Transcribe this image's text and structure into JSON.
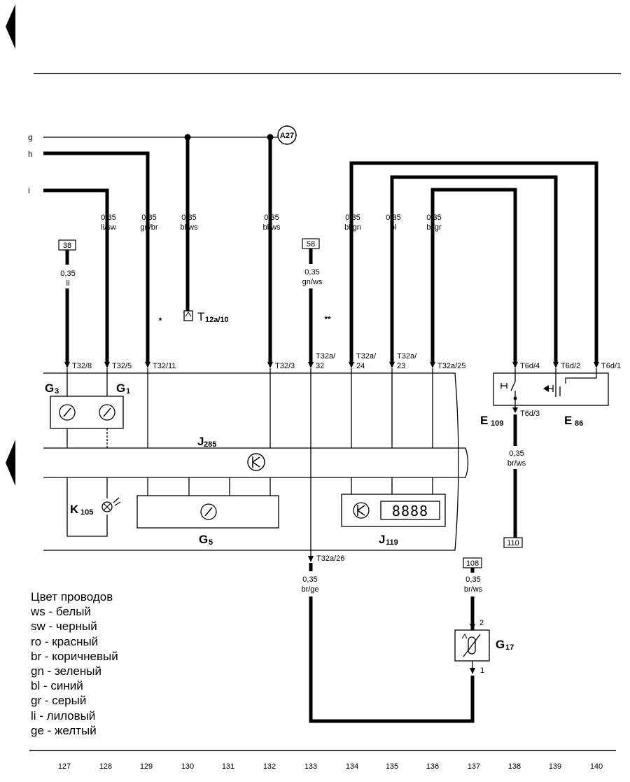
{
  "wire_rows": [
    "g",
    "h",
    "i"
  ],
  "connector_a27": "A27",
  "wires": [
    {
      "gauge": "0,35",
      "color": "li/sw"
    },
    {
      "gauge": "0,35",
      "color": "gn/br"
    },
    {
      "gauge": "0,35",
      "color": "bl/ws"
    },
    {
      "gauge": "0,35",
      "color": "bl/ws"
    },
    {
      "gauge": "0,35",
      "color": "bl/gn"
    },
    {
      "gauge": "0,35",
      "color": "bl"
    },
    {
      "gauge": "0,35",
      "color": "bl/gr"
    },
    {
      "gauge": "0,35",
      "color": "li"
    },
    {
      "gauge": "0,35",
      "color": "gn/ws"
    },
    {
      "gauge": "0,35",
      "color": "br/ws"
    },
    {
      "gauge": "0,35",
      "color": "br/ge"
    },
    {
      "gauge": "0,35",
      "color": "br/ws"
    }
  ],
  "refs": [
    "38",
    "58",
    "110",
    "108"
  ],
  "pins": [
    "T32/8",
    "T32/5",
    "T32/11",
    "T32/3",
    "T32a/",
    "32",
    "T32a/",
    "24",
    "T32a/",
    "23",
    "T32a/25",
    "T6d/4",
    "T6d/2",
    "T6d/1",
    "T6d/3",
    "T32a/26"
  ],
  "t12_connector": {
    "main": "T",
    "sub": "12a/10"
  },
  "stars": [
    "*",
    "**"
  ],
  "components": [
    {
      "main": "G",
      "sub": "3"
    },
    {
      "main": "G",
      "sub": "1"
    },
    {
      "main": "J",
      "sub": "285"
    },
    {
      "main": "K",
      "sub": "105"
    },
    {
      "main": "G",
      "sub": "5"
    },
    {
      "main": "J",
      "sub": "119"
    },
    {
      "main": "E",
      "sub": "109"
    },
    {
      "main": "E",
      "sub": "86"
    },
    {
      "main": "G",
      "sub": "17"
    }
  ],
  "display_digits": "8888",
  "g17_pins": [
    "2",
    "1"
  ],
  "legend": {
    "title": "Цвет проводов",
    "items": [
      "ws - белый",
      "sw - черный",
      "ro - красный",
      "br - коричневый",
      "gn - зеленый",
      "bl - синий",
      "gr - серый",
      "li - лиловый",
      "ge - желтый"
    ]
  },
  "track_numbers": [
    "127",
    "128",
    "129",
    "130",
    "131",
    "132",
    "133",
    "134",
    "135",
    "136",
    "137",
    "138",
    "139",
    "140"
  ]
}
